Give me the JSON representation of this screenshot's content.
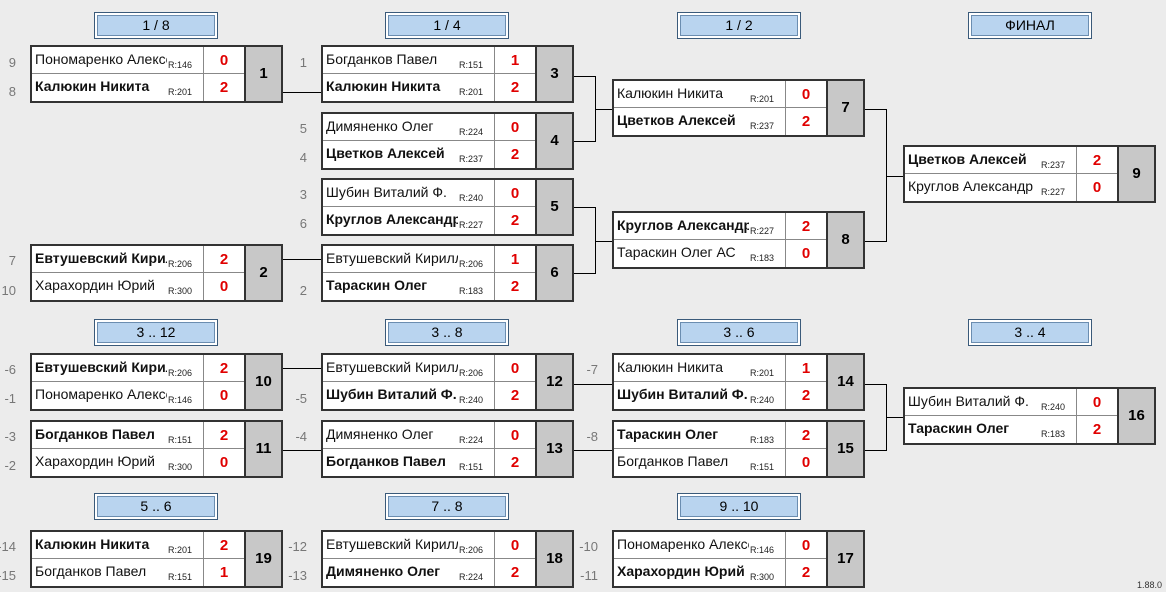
{
  "headers": {
    "r16": "1 / 8",
    "qf": "1 / 4",
    "sf": "1 / 2",
    "final": "ФИНАЛ",
    "p3_12": "3 .. 12",
    "p3_8": "3 .. 8",
    "p3_6": "3 .. 6",
    "p3_4": "3 .. 4",
    "p5_6": "5 .. 6",
    "p7_8": "7 .. 8",
    "p9_10": "9 .. 10"
  },
  "matches": {
    "m1": {
      "num": "1",
      "p1": {
        "name": "Пономаренко Алексей",
        "rating": "R:146",
        "score": "0",
        "seed": "9"
      },
      "p2": {
        "name": "Калюкин Никита",
        "rating": "R:201",
        "score": "2",
        "seed": "8"
      }
    },
    "m2": {
      "num": "2",
      "p1": {
        "name": "Евтушевский Кирилл",
        "rating": "R:206",
        "score": "2",
        "seed": "7"
      },
      "p2": {
        "name": "Харахордин Юрий",
        "rating": "R:300",
        "score": "0",
        "seed": "10"
      }
    },
    "m3": {
      "num": "3",
      "p1": {
        "name": "Богданков Павел",
        "rating": "R:151",
        "score": "1",
        "seed": "1"
      },
      "p2": {
        "name": "Калюкин Никита",
        "rating": "R:201",
        "score": "2",
        "seed": ""
      }
    },
    "m4": {
      "num": "4",
      "p1": {
        "name": "Димяненко Олег",
        "rating": "R:224",
        "score": "0",
        "seed": "5"
      },
      "p2": {
        "name": "Цветков Алексей",
        "rating": "R:237",
        "score": "2",
        "seed": "4"
      }
    },
    "m5": {
      "num": "5",
      "p1": {
        "name": "Шубин Виталий Ф.",
        "rating": "R:240",
        "score": "0",
        "seed": "3"
      },
      "p2": {
        "name": "Круглов Александр",
        "rating": "R:227",
        "score": "2",
        "seed": "6"
      }
    },
    "m6": {
      "num": "6",
      "p1": {
        "name": "Евтушевский Кирилл",
        "rating": "R:206",
        "score": "1",
        "seed": ""
      },
      "p2": {
        "name": "Тараскин Олег",
        "rating": "R:183",
        "score": "2",
        "seed": "2"
      }
    },
    "m7": {
      "num": "7",
      "p1": {
        "name": "Калюкин Никита",
        "rating": "R:201",
        "score": "0",
        "seed": ""
      },
      "p2": {
        "name": "Цветков Алексей",
        "rating": "R:237",
        "score": "2",
        "seed": ""
      }
    },
    "m8": {
      "num": "8",
      "p1": {
        "name": "Круглов Александр",
        "rating": "R:227",
        "score": "2",
        "seed": ""
      },
      "p2": {
        "name": "Тараскин Олег АС",
        "rating": "R:183",
        "score": "0",
        "seed": ""
      }
    },
    "m9": {
      "num": "9",
      "p1": {
        "name": "Цветков Алексей",
        "rating": "R:237",
        "score": "2",
        "seed": ""
      },
      "p2": {
        "name": "Круглов Александр",
        "rating": "R:227",
        "score": "0",
        "seed": ""
      }
    },
    "m10": {
      "num": "10",
      "p1": {
        "name": "Евтушевский Кирилл",
        "rating": "R:206",
        "score": "2",
        "seed": "-6"
      },
      "p2": {
        "name": "Пономаренко Алексей",
        "rating": "R:146",
        "score": "0",
        "seed": "-1"
      }
    },
    "m11": {
      "num": "11",
      "p1": {
        "name": "Богданков Павел",
        "rating": "R:151",
        "score": "2",
        "seed": "-3"
      },
      "p2": {
        "name": "Харахордин Юрий",
        "rating": "R:300",
        "score": "0",
        "seed": "-2"
      }
    },
    "m12": {
      "num": "12",
      "p1": {
        "name": "Евтушевский Кирилл",
        "rating": "R:206",
        "score": "0",
        "seed": ""
      },
      "p2": {
        "name": "Шубин Виталий Ф.",
        "rating": "R:240",
        "score": "2",
        "seed": "-5"
      }
    },
    "m13": {
      "num": "13",
      "p1": {
        "name": "Димяненко Олег",
        "rating": "R:224",
        "score": "0",
        "seed": "-4"
      },
      "p2": {
        "name": "Богданков Павел",
        "rating": "R:151",
        "score": "2",
        "seed": ""
      }
    },
    "m14": {
      "num": "14",
      "p1": {
        "name": "Калюкин Никита",
        "rating": "R:201",
        "score": "1",
        "seed": "-7"
      },
      "p2": {
        "name": "Шубин Виталий Ф.",
        "rating": "R:240",
        "score": "2",
        "seed": ""
      }
    },
    "m15": {
      "num": "15",
      "p1": {
        "name": "Тараскин Олег",
        "rating": "R:183",
        "score": "2",
        "seed": "-8"
      },
      "p2": {
        "name": "Богданков Павел",
        "rating": "R:151",
        "score": "0",
        "seed": ""
      }
    },
    "m16": {
      "num": "16",
      "p1": {
        "name": "Шубин Виталий Ф.",
        "rating": "R:240",
        "score": "0",
        "seed": ""
      },
      "p2": {
        "name": "Тараскин Олег",
        "rating": "R:183",
        "score": "2",
        "seed": ""
      }
    },
    "m17": {
      "num": "17",
      "p1": {
        "name": "Пономаренко Алексей",
        "rating": "R:146",
        "score": "0",
        "seed": "-10"
      },
      "p2": {
        "name": "Харахордин Юрий",
        "rating": "R:300",
        "score": "2",
        "seed": "-11"
      }
    },
    "m18": {
      "num": "18",
      "p1": {
        "name": "Евтушевский Кирилл",
        "rating": "R:206",
        "score": "0",
        "seed": "-12"
      },
      "p2": {
        "name": "Димяненко Олег",
        "rating": "R:224",
        "score": "2",
        "seed": "-13"
      }
    },
    "m19": {
      "num": "19",
      "p1": {
        "name": "Калюкин Никита",
        "rating": "R:201",
        "score": "2",
        "seed": "-14"
      },
      "p2": {
        "name": "Богданков Павел",
        "rating": "R:151",
        "score": "1",
        "seed": "-15"
      }
    }
  },
  "version": "1.88.0",
  "colors": {
    "header_bg": "#b9d4ef",
    "score": "#e00000",
    "number_cell": "#c8c8c8",
    "background": "#ececec"
  }
}
